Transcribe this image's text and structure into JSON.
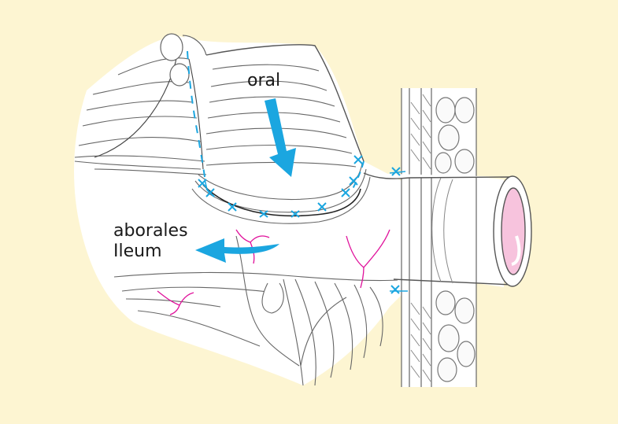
{
  "labels": {
    "oral": "oral",
    "aboral_line1": "aborales",
    "aboral_line2": "Ileum"
  },
  "colors": {
    "background": "#fdf5d2",
    "tissue_fill": "#ffffff",
    "outline": "#555555",
    "arrow": "#1ba6e0",
    "suture": "#1ba6e0",
    "vessel": "#e0119b",
    "lumen": "#f7c3dd"
  },
  "icons": {
    "flow_arrow_oral": "arrow-down-icon",
    "flow_arrow_aboral": "arrow-left-curved-icon"
  }
}
